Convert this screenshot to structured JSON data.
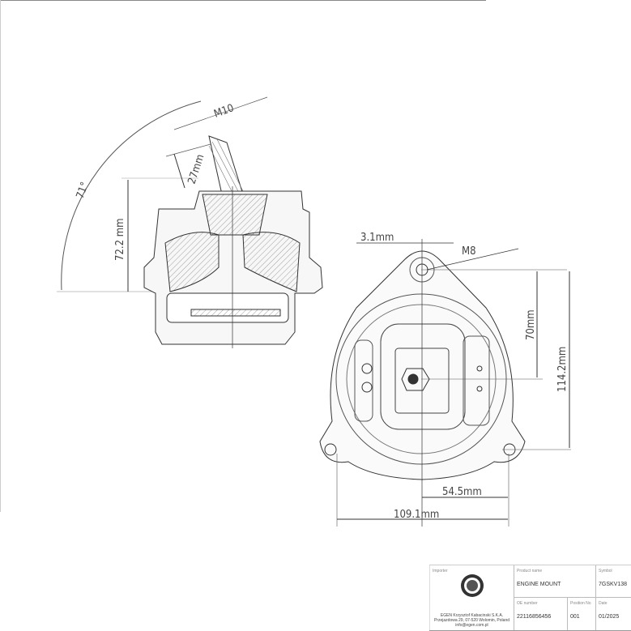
{
  "drawing": {
    "side_view": {
      "angle_label": "71°",
      "thread_label": "M10",
      "thread_length_label": "27mm",
      "height_label": "72.2 mm"
    },
    "top_view": {
      "offset_label": "3.1mm",
      "thread_label": "M8",
      "hole_to_center_label": "70mm",
      "overall_height_label": "114.2mm",
      "half_width_label": "54.5mm",
      "hole_spacing_label": "109.1mm"
    }
  },
  "title_block": {
    "importer_label": "Importer",
    "importer_address": [
      "EGEN Krzysztof Kabacinski S.K.A.",
      "Przejazdowa 29, 07-520 Wolomin, Poland",
      "info@egen.com.pl"
    ],
    "product_name_label": "Product name",
    "product_name": "ENGINE MOUNT",
    "symbol_label": "Symbol",
    "symbol": "7GSKV138",
    "oe_number_label": "OE number",
    "oe_number": "22116856456",
    "position_label": "Position No",
    "position": "001",
    "date_label": "Date",
    "date": "01/2025"
  }
}
